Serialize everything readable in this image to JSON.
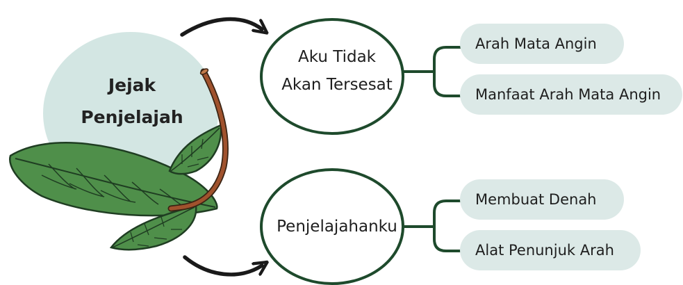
{
  "title_lines": [
    "Jejak",
    "Penjelajah"
  ],
  "topics": [
    {
      "label_lines": [
        "Aku Tidak",
        "Akan Tersesat"
      ],
      "subtopics": [
        "Arah Mata Angin",
        "Manfaat Arah Mata Angin"
      ]
    },
    {
      "label_lines": [
        "Penjelajahanku"
      ],
      "subtopics": [
        "Membuat Denah",
        "Alat Penunjuk Arah"
      ]
    }
  ],
  "colors": {
    "circle_fill": "#d3e6e3",
    "leaf_fill": "#4f8f4a",
    "leaf_outline": "#1f3d22",
    "connector": "#1e4a2c",
    "pill_fill": "#dce9e7",
    "stem": "#a0522d",
    "arrow": "#1a1a1a"
  }
}
